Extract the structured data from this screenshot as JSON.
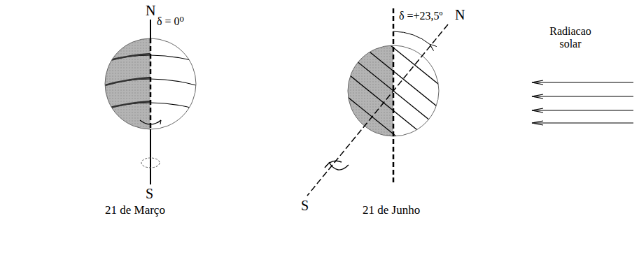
{
  "diagram": {
    "labels": [
      "N",
      "δ = 0⁰",
      "S",
      "21 de Março",
      "δ =+23,5º",
      "N",
      "S",
      "21 de Junho",
      "Radiacao solar"
    ]
  }
}
